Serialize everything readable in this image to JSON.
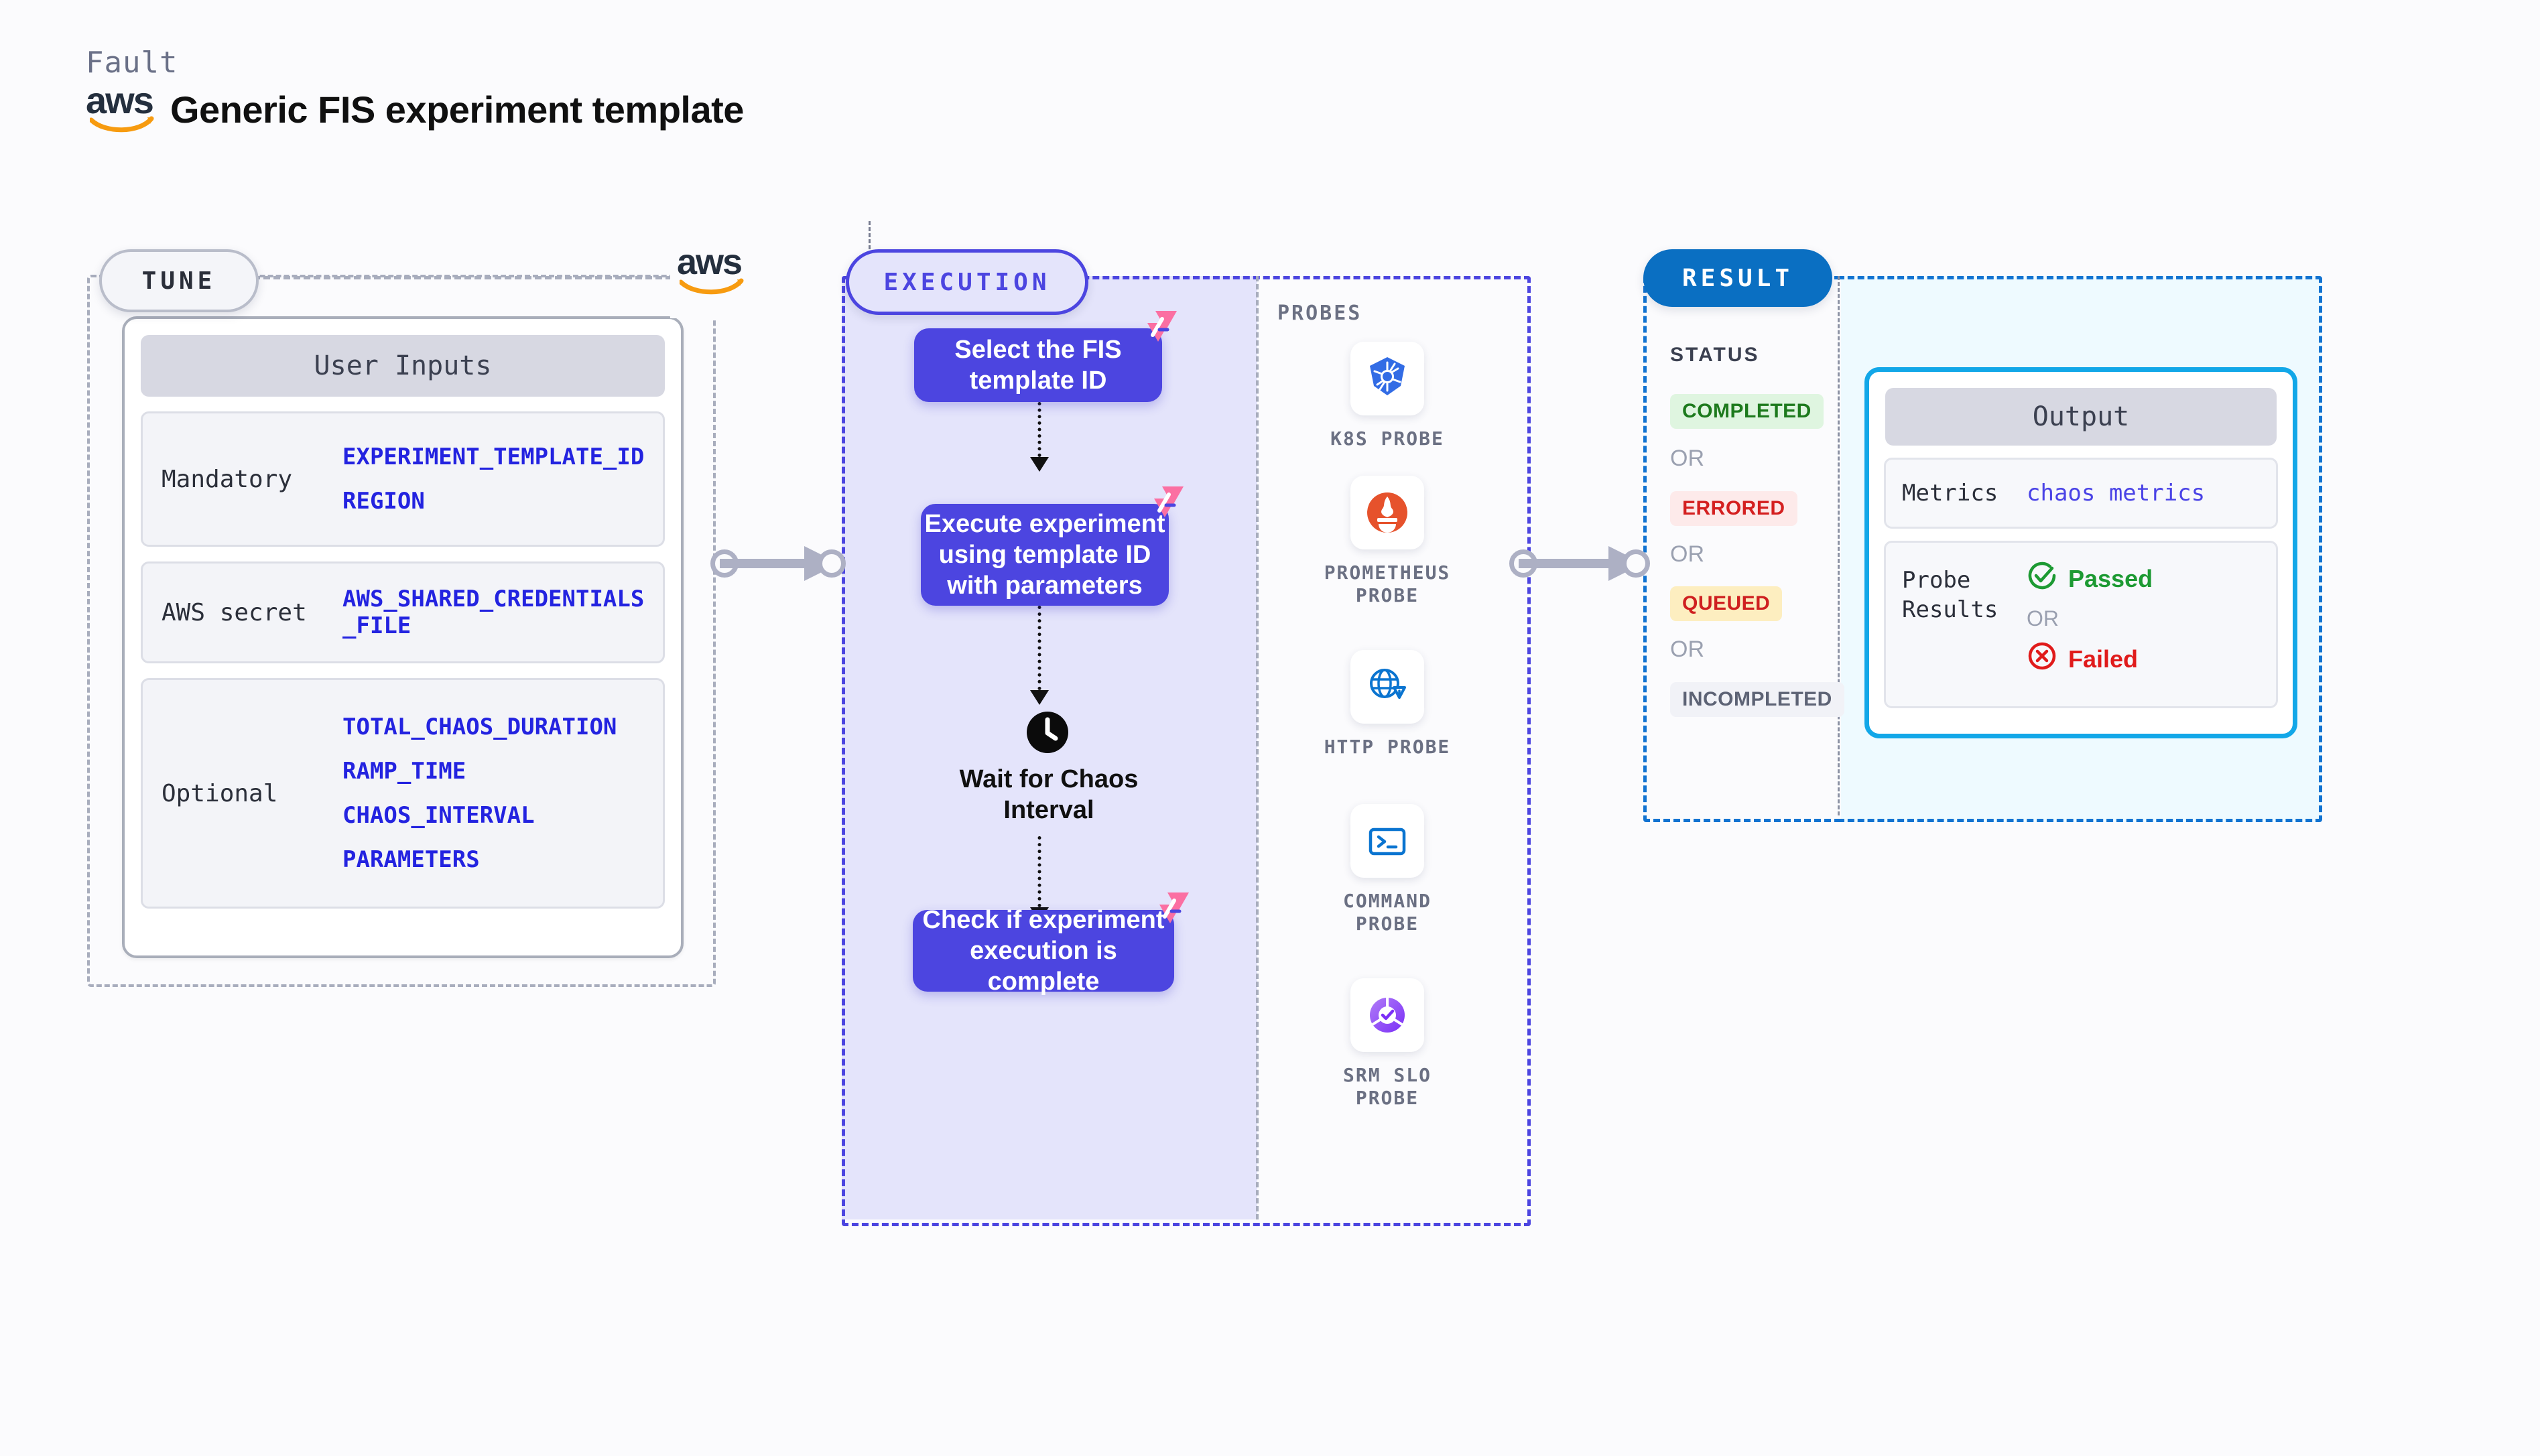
{
  "header": {
    "eyebrow": "Fault",
    "title": "Generic FIS experiment template",
    "logo_name": "aws"
  },
  "tune": {
    "pill_label": "TUNE",
    "card_title": "User Inputs",
    "rows": [
      {
        "label": "Mandatory",
        "values": [
          "EXPERIMENT_TEMPLATE_ID",
          "REGION"
        ]
      },
      {
        "label": "AWS secret",
        "values": [
          "AWS_SHARED_CREDENTIALS\n_FILE"
        ]
      },
      {
        "label": "Optional",
        "values": [
          "TOTAL_CHAOS_DURATION",
          "RAMP_TIME",
          "CHAOS_INTERVAL",
          "PARAMETERS"
        ]
      }
    ]
  },
  "execution": {
    "pill_label": "EXECUTION",
    "steps": [
      {
        "text": "Select the FIS\ntemplate ID"
      },
      {
        "text": "Execute experiment\nusing template ID\nwith parameters"
      },
      {
        "text": "Check if experiment\nexecution is complete"
      }
    ],
    "wait_label": "Wait for Chaos\nInterval",
    "probes_title": "PROBES",
    "probes": [
      {
        "name": "K8S PROBE",
        "icon": "kubernetes-icon"
      },
      {
        "name": "PROMETHEUS\nPROBE",
        "icon": "prometheus-icon"
      },
      {
        "name": "HTTP PROBE",
        "icon": "http-globe-warning-icon"
      },
      {
        "name": "COMMAND\nPROBE",
        "icon": "terminal-icon"
      },
      {
        "name": "SRM SLO\nPROBE",
        "icon": "srm-slo-donut-icon"
      }
    ]
  },
  "result": {
    "pill_label": "RESULT",
    "status_title": "STATUS",
    "or_label": "OR",
    "statuses": [
      {
        "label": "COMPLETED",
        "text_color": "#1d7a1d",
        "bg_color": "#dff5e0"
      },
      {
        "label": "ERRORED",
        "text_color": "#d42020",
        "bg_color": "#fdeaea"
      },
      {
        "label": "QUEUED",
        "text_color": "#cf2020",
        "bg_color": "#fdeec0"
      },
      {
        "label": "INCOMPLETED",
        "text_color": "#5d6375",
        "bg_color": "#f1f2f7"
      }
    ],
    "output": {
      "title": "Output",
      "metrics_label": "Metrics",
      "metrics_value": "chaos metrics",
      "probe_results_label": "Probe\nResults",
      "passed_label": "Passed",
      "failed_label": "Failed",
      "or_label": "OR"
    }
  },
  "colors": {
    "purple": "#4c45e0",
    "blue": "#1273d1",
    "cyan": "#12a7e8",
    "pink": "#fb6fa2",
    "gray_dash": "#a8adbd",
    "value_blue": "#2323e0",
    "green": "#1d9a33",
    "red": "#e01b1b"
  }
}
